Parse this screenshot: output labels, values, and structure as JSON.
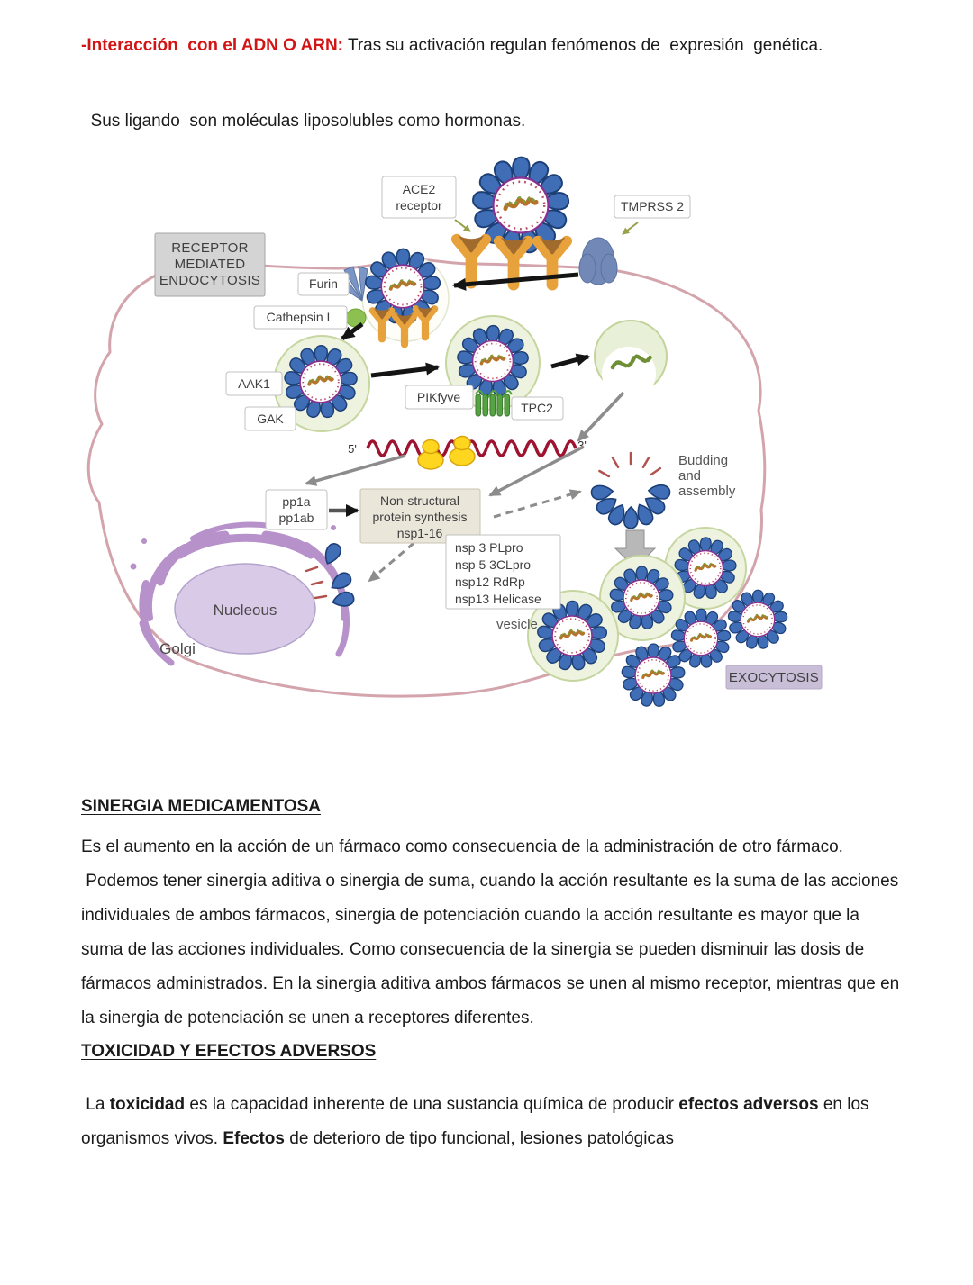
{
  "intro": {
    "highlight": "-Interacción  con el ADN O ARN:",
    "highlight_color": "#d21414",
    "text": " Tras su activación regulan fenómenos de  expresión  genética.",
    "line2": "Sus ligando  son moléculas liposolubles como hormonas."
  },
  "diagram": {
    "boxes": {
      "ace2": {
        "lines": [
          "ACE2",
          "receptor"
        ]
      },
      "tmprss2": {
        "lines": [
          "TMPRSS 2"
        ]
      },
      "rme": {
        "lines": [
          "RECEPTOR",
          "MEDIATED",
          "ENDOCYTOSIS"
        ]
      },
      "furin": {
        "lines": [
          "Furin"
        ]
      },
      "cathepsin": {
        "lines": [
          "Cathepsin L"
        ]
      },
      "aak1": {
        "lines": [
          "AAK1"
        ]
      },
      "gak": {
        "lines": [
          "GAK"
        ]
      },
      "pikfyve": {
        "lines": [
          "PIKfyve"
        ]
      },
      "tpc2": {
        "lines": [
          "TPC2"
        ]
      },
      "pp1": {
        "lines": [
          "pp1a",
          "pp1ab"
        ]
      },
      "nsp_synthesis": {
        "lines": [
          "Non-structural",
          "protein synthesis",
          "nsp1-16"
        ]
      },
      "nsp_list": {
        "lines": [
          "nsp 3 PLpro",
          "nsp 5 3CLpro",
          "nsp12 RdRp",
          "nsp13 Helicase"
        ]
      },
      "exocytosis": {
        "lines": [
          "EXOCYTOSIS"
        ]
      }
    },
    "texts": {
      "budding": {
        "lines": [
          "Budding",
          "and",
          "assembly"
        ]
      },
      "vesicle": "vesicle",
      "nucleous": "Nucleous",
      "golgi": "Golgi",
      "five_prime": "5'",
      "three_prime": "3'"
    },
    "colors": {
      "membrane_pink": "#cf9aa4",
      "virus_spike_blue": "#3f6db6",
      "virus_ring_purple": "#8a3090",
      "vesicle_fill": "#eef3df",
      "vesicle_stroke": "#c6d6a0",
      "receptor_orange": "#e8a23c",
      "receptor_cup_brown": "#a26b2e",
      "tmprss2_blue": "#7289b7",
      "furin_blue": "#7b96c4",
      "cathepsin_green": "#8cc152",
      "channel_green": "#56a344",
      "rna_red": "#9e1430",
      "ribosome_yellow": "#ffd61f",
      "nucleus_fill": "#d9cbe8",
      "golgi_purple": "#b691ca",
      "gray_box_fill": "#d4d4d4",
      "beige_box_fill": "#eae6da",
      "exocytosis_fill": "#c9bed8"
    }
  },
  "sections": {
    "sinergia": {
      "heading": "SINERGIA MEDICAMENTOSA",
      "p1": "Es el aumento en la acción de un fármaco como consecuencia de la administración de otro fármaco.",
      "p2": " Podemos tener sinergia aditiva o sinergia de suma, cuando la acción resultante es la suma de las acciones individuales de ambos fármacos, sinergia de potenciación cuando la acción resultante es mayor que la suma de las acciones individuales. Como consecuencia de la sinergia se pueden disminuir las dosis de fármacos administrados. En la sinergia aditiva ambos fármacos se unen al mismo receptor, mientras que en la sinergia de potenciación se unen a receptores diferentes."
    },
    "toxicidad": {
      "heading": "TOXICIDAD Y EFECTOS ADVERSOS",
      "p1_segments": [
        {
          "text": " La ",
          "bold": false
        },
        {
          "text": "toxicidad",
          "bold": true
        },
        {
          "text": " es la capacidad inherente de una sustancia química de producir ",
          "bold": false
        },
        {
          "text": "efectos adversos",
          "bold": true
        },
        {
          "text": " en los organismos vivos. ",
          "bold": false
        },
        {
          "text": "Efectos",
          "bold": true
        },
        {
          "text": " de deterioro de tipo funcional, lesiones patológicas",
          "bold": false
        }
      ]
    }
  }
}
